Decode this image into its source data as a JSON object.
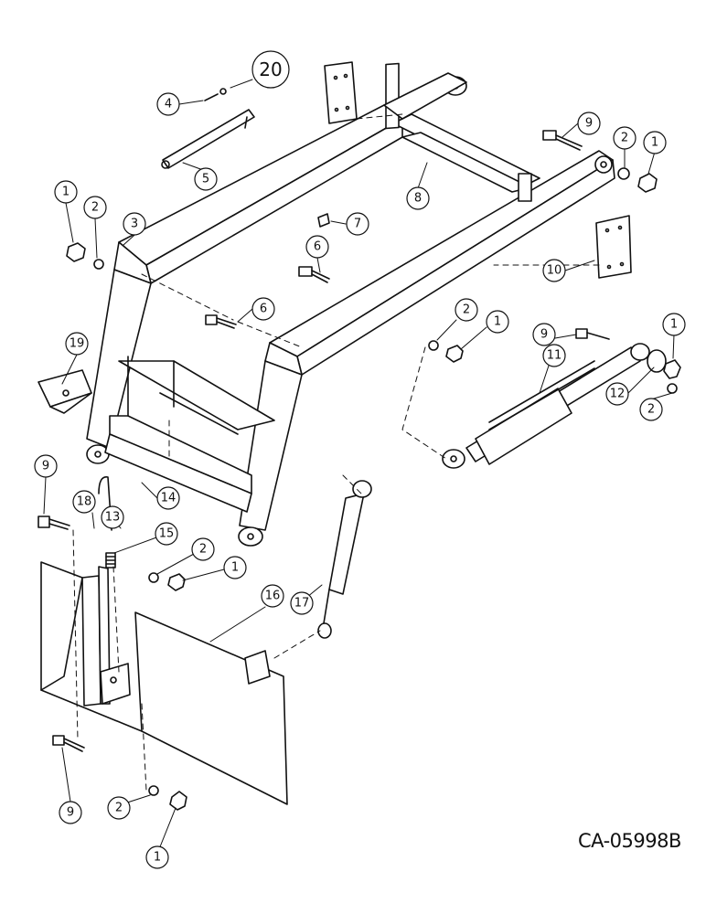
{
  "drawing_code": "CA-05998B",
  "callouts": {
    "c1a": "1",
    "c2a": "2",
    "c3": "3",
    "c4": "4",
    "c5": "5",
    "c20": "20",
    "c6a": "6",
    "c6b": "6",
    "c7": "7",
    "c8": "8",
    "c9a": "9",
    "c2b": "2",
    "c1b": "1",
    "c10": "10",
    "c2c": "2",
    "c1c": "1",
    "c9b": "9",
    "c11": "11",
    "c1d": "1",
    "c12": "12",
    "c2d": "2",
    "c19": "19",
    "c9c": "9",
    "c18": "18",
    "c13": "13",
    "c14": "14",
    "c15": "15",
    "c2e": "2",
    "c1e": "1",
    "c16": "16",
    "c17": "17",
    "c9d": "9",
    "c2f": "2",
    "c1f": "1"
  }
}
